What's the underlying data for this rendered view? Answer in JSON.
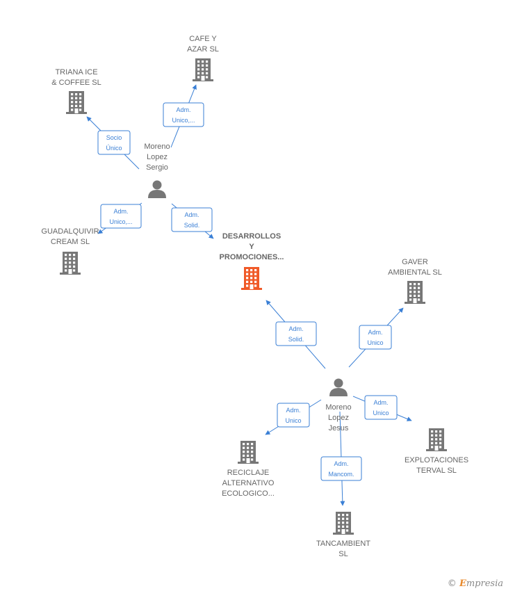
{
  "colors": {
    "building": "#777777",
    "building_main": "#f05a28",
    "person": "#777777",
    "edge": "#3a7fd5"
  },
  "nodes": [
    {
      "id": "cafe",
      "kind": "company",
      "label": [
        "CAFE Y",
        "AZAR  SL"
      ],
      "main": false
    },
    {
      "id": "triana",
      "kind": "company",
      "label": [
        "TRIANA ICE",
        "& COFFEE  SL"
      ],
      "main": false
    },
    {
      "id": "sergio",
      "kind": "person",
      "label": [
        "Moreno",
        "Lopez",
        "Sergio"
      ]
    },
    {
      "id": "guadal",
      "kind": "company",
      "label": [
        "GUADALQUIVIR",
        "CREAM  SL"
      ],
      "main": false
    },
    {
      "id": "desarrollos",
      "kind": "company",
      "label": [
        "DESARROLLOS",
        "Y",
        "PROMOCIONES..."
      ],
      "main": true
    },
    {
      "id": "gaver",
      "kind": "company",
      "label": [
        "GAVER",
        "AMBIENTAL SL"
      ],
      "main": false
    },
    {
      "id": "jesus",
      "kind": "person",
      "label": [
        "Moreno",
        "Lopez",
        "Jesus"
      ]
    },
    {
      "id": "reciclaje",
      "kind": "company",
      "label": [
        "RECICLAJE",
        "ALTERNATIVO",
        "ECOLOGICO..."
      ],
      "main": false
    },
    {
      "id": "explot",
      "kind": "company",
      "label": [
        "EXPLOTACIONES",
        "TERVAL  SL"
      ],
      "main": false
    },
    {
      "id": "tanc",
      "kind": "company",
      "label": [
        "TANCAMBIENT",
        "SL"
      ],
      "main": false
    }
  ],
  "edges": [
    {
      "from": "sergio",
      "to": "cafe",
      "label": [
        "Adm.",
        "Unico,..."
      ]
    },
    {
      "from": "sergio",
      "to": "triana",
      "label": [
        "Socio",
        "Único"
      ]
    },
    {
      "from": "sergio",
      "to": "guadal",
      "label": [
        "Adm.",
        "Unico,..."
      ]
    },
    {
      "from": "sergio",
      "to": "desarrollos",
      "label": [
        "Adm.",
        "Solid."
      ]
    },
    {
      "from": "jesus",
      "to": "desarrollos",
      "label": [
        "Adm.",
        "Solid."
      ]
    },
    {
      "from": "jesus",
      "to": "gaver",
      "label": [
        "Adm.",
        "Unico"
      ]
    },
    {
      "from": "jesus",
      "to": "reciclaje",
      "label": [
        "Adm.",
        "Unico"
      ]
    },
    {
      "from": "jesus",
      "to": "explot",
      "label": [
        "Adm.",
        "Unico"
      ]
    },
    {
      "from": "jesus",
      "to": "tanc",
      "label": [
        "Adm.",
        "Mancom."
      ]
    }
  ],
  "brand": {
    "copyright": "©",
    "initial": "E",
    "rest": "mpresia"
  }
}
